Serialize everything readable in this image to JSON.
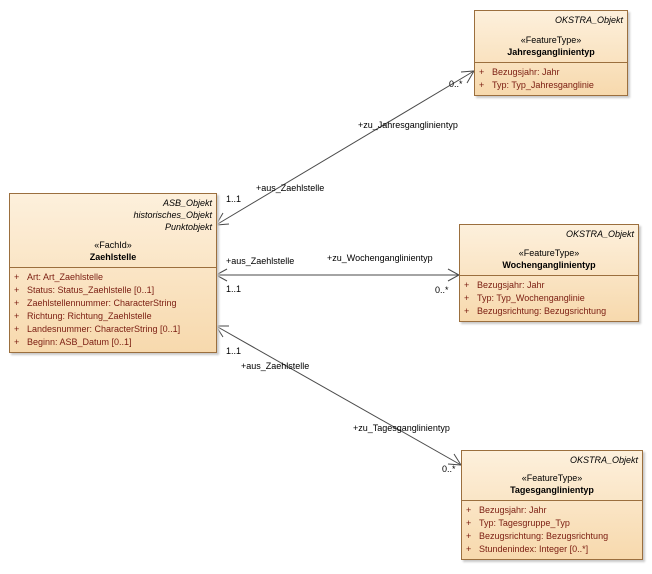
{
  "classes": {
    "zaehlstelle": {
      "parents": [
        "ASB_Objekt",
        "historisches_Objekt",
        "Punktobjekt"
      ],
      "stereotype": "«FachId»",
      "name": "Zaehlstelle",
      "attributes": [
        {
          "vis": "+",
          "text": "Art: Art_Zaehlstelle"
        },
        {
          "vis": "+",
          "text": "Status: Status_Zaehlstelle [0..1]"
        },
        {
          "vis": "+",
          "text": "Zaehlstellennummer: CharacterString"
        },
        {
          "vis": "+",
          "text": "Richtung: Richtung_Zaehlstelle"
        },
        {
          "vis": "+",
          "text": "Landesnummer: CharacterString [0..1]"
        },
        {
          "vis": "+",
          "text": "Beginn: ASB_Datum [0..1]"
        }
      ]
    },
    "jahresganglinientyp": {
      "parents": [
        "OKSTRA_Objekt"
      ],
      "stereotype": "«FeatureType»",
      "name": "Jahresganglinientyp",
      "attributes": [
        {
          "vis": "+",
          "text": "Bezugsjahr: Jahr"
        },
        {
          "vis": "+",
          "text": "Typ: Typ_Jahresganglinie"
        }
      ]
    },
    "wochenganglinientyp": {
      "parents": [
        "OKSTRA_Objekt"
      ],
      "stereotype": "«FeatureType»",
      "name": "Wochenganglinientyp",
      "attributes": [
        {
          "vis": "+",
          "text": "Bezugsjahr: Jahr"
        },
        {
          "vis": "+",
          "text": "Typ: Typ_Wochenganglinie"
        },
        {
          "vis": "+",
          "text": "Bezugsrichtung: Bezugsrichtung"
        }
      ]
    },
    "tagesganglinientyp": {
      "parents": [
        "OKSTRA_Objekt"
      ],
      "stereotype": "«FeatureType»",
      "name": "Tagesganglinientyp",
      "attributes": [
        {
          "vis": "+",
          "text": "Bezugsjahr: Jahr"
        },
        {
          "vis": "+",
          "text": "Typ: Tagesgruppe_Typ"
        },
        {
          "vis": "+",
          "text": "Bezugsrichtung: Bezugsrichtung"
        },
        {
          "vis": "+",
          "text": "Stundenindex: Integer [0..*]"
        }
      ]
    }
  },
  "associations": {
    "jahr": {
      "source_role": "+aus_Zaehlstelle",
      "source_mult": "1..1",
      "target_role": "+zu_Jahresganglinientyp",
      "target_mult": "0..*"
    },
    "woche": {
      "source_role": "+aus_Zaehlstelle",
      "source_mult": "1..1",
      "target_role": "+zu_Wochenganglinientyp",
      "target_mult": "0..*"
    },
    "tag": {
      "source_role": "+aus_Zaehlstelle",
      "source_mult": "1..1",
      "target_role": "+zu_Tagesganglinientyp",
      "target_mult": "0..*"
    }
  }
}
